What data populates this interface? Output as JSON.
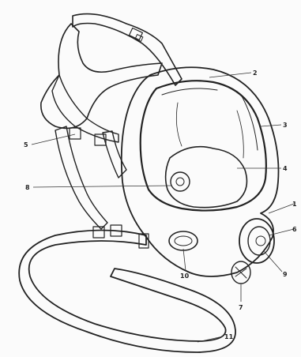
{
  "figure": {
    "callouts": [
      {
        "id": "c1",
        "label": "1"
      },
      {
        "id": "c2",
        "label": "2"
      },
      {
        "id": "c3",
        "label": "3"
      },
      {
        "id": "c4",
        "label": "4"
      },
      {
        "id": "c5",
        "label": "5"
      },
      {
        "id": "c6",
        "label": "6"
      },
      {
        "id": "c7",
        "label": "7"
      },
      {
        "id": "c8",
        "label": "8"
      },
      {
        "id": "c9",
        "label": "9"
      },
      {
        "id": "c10",
        "label": "10"
      },
      {
        "id": "c11",
        "label": "11"
      }
    ]
  },
  "colors": {
    "ink": "#222222",
    "strap_fill": "#c8c8c8",
    "rubber_fill": "#b9b9b9",
    "visor_fill": "#f4f4f4",
    "background": "#fbfbfb"
  }
}
